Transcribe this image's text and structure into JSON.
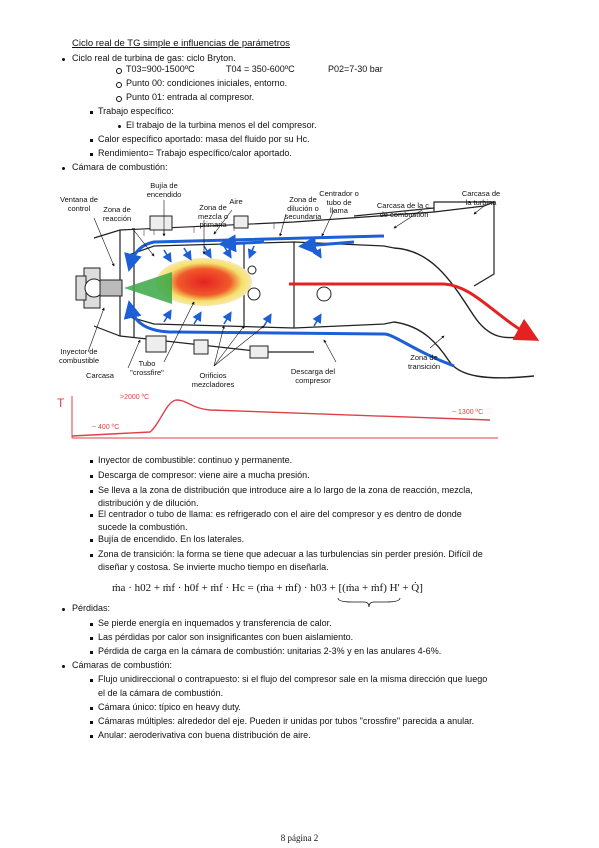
{
  "section_title": "Ciclo real de TG simple e influencias de parámetros",
  "intro": {
    "cycle": "Ciclo real de turbina de gas: ciclo Bryton.",
    "t03": "T03=900-1500ºC",
    "t04": "T04 = 350-600ºC",
    "p02": "P02=7-30 bar",
    "p00": "Punto 00: condiciones iniciales, entorno.",
    "p01": "Punto 01: entrada al compresor.",
    "trabajo": "Trabajo específico:",
    "trabajo_def": "El trabajo de la turbina menos el del compresor.",
    "calor": "Calor específico aportado: masa del fluido por su Hc.",
    "rendimiento": "Rendimiento= Trabajo específico/calor aportado.",
    "camara": "Cámara de combustión:"
  },
  "diagram_labels": {
    "ventana": "Ventana de control",
    "zona_reaccion": "Zona de reacción",
    "bujia": "Bujía de encendido",
    "zona_mezcla": "Zona de mezcla o primaria",
    "aire": "Aire",
    "zona_dilucion": "Zona de dilución o secundaria",
    "centrador": "Centrador o tubo de llama",
    "carcasa_camara": "Carcasa de la c. de combustión",
    "carcasa_turbina": "Carcasa de la turbina",
    "inyector": "Inyector de combustible",
    "carcasa": "Carcasa",
    "tubo_crossfire": "Tubo \"crossfire\"",
    "orificios": "Orificios mezcladores",
    "descarga": "Descarga del compresor",
    "zona_transicion": "Zona de transición"
  },
  "temp_plot": {
    "axis": "T",
    "peak": ">2000 ºC",
    "inlet": "~ 400 ºC",
    "outlet": "~ 1300 ºC"
  },
  "components": [
    "Inyector de combustible: continuo y permanente.",
    "Descarga de compresor: viene aire a mucha presión.",
    "Se lleva a la zona de distribución que introduce aire a lo largo de la zona de reacción, mezcla,",
    "distribución y de dilución.",
    "El centrador o tubo de llama: es refrigerado con el aire del compresor y es dentro de donde",
    "sucede la combustión.",
    "Bujía de encendido. En los laterales.",
    "Zona de transición: la forma se tiene que adecuar a las turbulencias sin perder presión. Difícil de",
    "diseñar y costosa. Se invierte mucho tiempo en diseñarla."
  ],
  "equation": "ṁa · h02 + ṁf · h0f + ṁf · Hc = (ṁa + ṁf) · h03 + [(ṁa + ṁf) H' + Q̇]",
  "perdidas": {
    "title": "Pérdidas:",
    "items": [
      "Se pierde energía en inquemados y transferencia de calor.",
      "Las pérdidas por calor son insignificantes con buen aislamiento.",
      "Pérdida de carga en la cámara de combustión: unitarias 2-3% y en las anulares 4-6%."
    ]
  },
  "camaras": {
    "title": "Cámaras de combustión:",
    "items": [
      "Flujo unidireccional o contrapuesto: si el flujo del compresor sale en la misma dirección que luego",
      "el de la cámara de combustión.",
      "Cámara único: típico en heavy duty.",
      "Cámaras múltiples: alrededor del eje. Pueden ir unidas por tubos \"crossfire\" parecida a anular.",
      "Anular: aeroderivativa con buena distribución de aire."
    ]
  },
  "footer": "8 página 2",
  "colors": {
    "hot": "#e52222",
    "air": "#1c5fd6",
    "flame_yellow": "#f4e26a",
    "flame_green": "#3aa845",
    "temp_line": "#e0404a"
  }
}
